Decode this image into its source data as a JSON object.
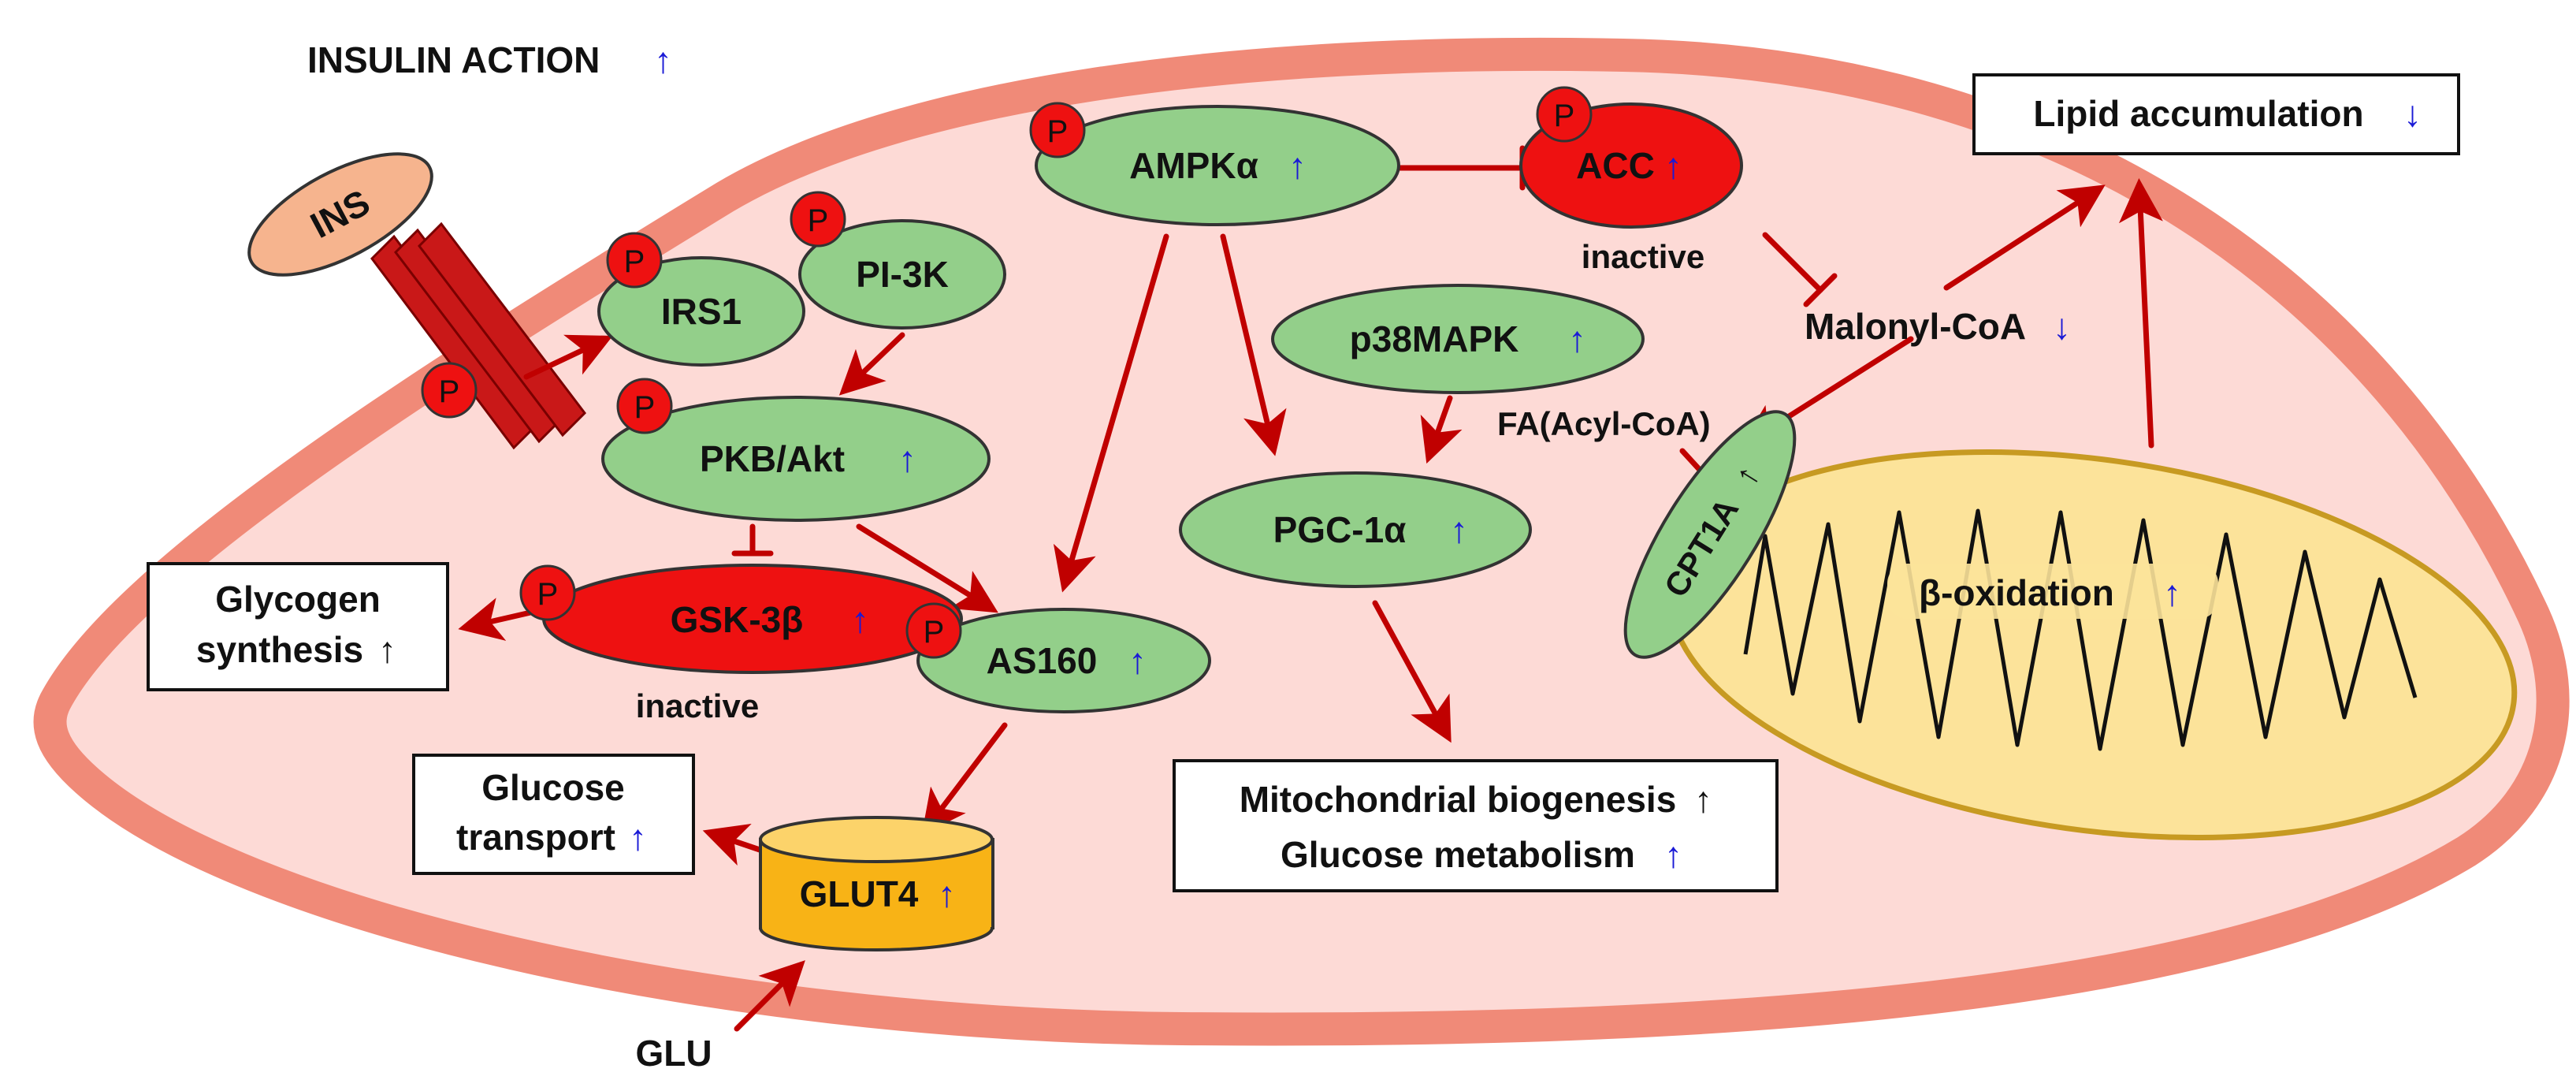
{
  "title": "INSULIN ACTION",
  "arrows": {
    "up": "↑",
    "down": "↓"
  },
  "colors": {
    "cell_fill": "#fddad6",
    "membrane": "#f08a78",
    "active_node": "#93cf8a",
    "inactive_node": "#ee1111",
    "mito_fill": "#fce39a",
    "mito_stroke": "#c79a22",
    "transporter": "#f8b316",
    "arrow": "#c00000",
    "blue_arrow": "#1a1ad6"
  },
  "phospho_label": "P",
  "ligand": {
    "ins": "INS",
    "glu": "GLU"
  },
  "nodes": {
    "irs1": "IRS1",
    "pi3k": "PI-3K",
    "pkb": "PKB/Akt",
    "gsk3b": "GSK-3β",
    "ampk": "AMPKα",
    "acc": "ACC",
    "p38": "p38MAPK",
    "pgc1a": "PGC-1α",
    "as160": "AS160",
    "glut4": "GLUT4",
    "cpt1a": "CPT1A"
  },
  "labels": {
    "inactive_gsk": "inactive",
    "inactive_acc": "inactive",
    "malonyl": "Malonyl-CoA",
    "fa": "FA(Acyl-CoA)",
    "beta_ox": "β-oxidation"
  },
  "boxes": {
    "glycogen_line1": "Glycogen",
    "glycogen_line2": "synthesis",
    "glucose_line1": "Glucose",
    "glucose_line2": "transport",
    "mito_line1": "Mitochondrial biogenesis",
    "mito_line2": "Glucose metabolism",
    "lipid": "Lipid accumulation"
  }
}
